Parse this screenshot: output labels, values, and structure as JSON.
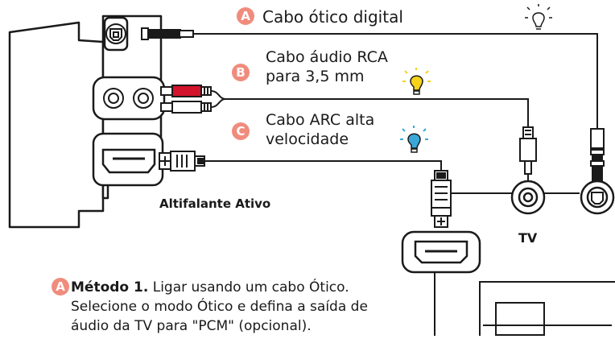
{
  "cables": [
    {
      "badge": "A",
      "label": "Cabo ótico digital",
      "bulb": "off"
    },
    {
      "badge": "B",
      "label_lines": [
        "Cabo áudio RCA",
        "para 3,5 mm"
      ],
      "bulb": "yellow"
    },
    {
      "badge": "C",
      "label_lines": [
        "Cabo ARC alta",
        "velocidade"
      ],
      "bulb": "blue"
    }
  ],
  "speaker_label": "Altifalante Ativo",
  "tv_label": "TV",
  "method": {
    "badge": "A",
    "title": "Método 1.",
    "line1": "Ligar usando um cabo Ótico.",
    "line2": "Selecione o modo Ótico e defina a saída de",
    "line3": "áudio da TV para \"PCM\" (opcional)."
  },
  "colors": {
    "badge": "#f08c7d",
    "bulb_yellow": "#f5d31a",
    "bulb_blue": "#3aa7d8",
    "rca_red": "#d3132c",
    "line": "#1a1a1a"
  },
  "icons": [
    "optical-port-icon",
    "rca-port-icon",
    "hdmi-port-icon",
    "lightbulb-icon"
  ]
}
